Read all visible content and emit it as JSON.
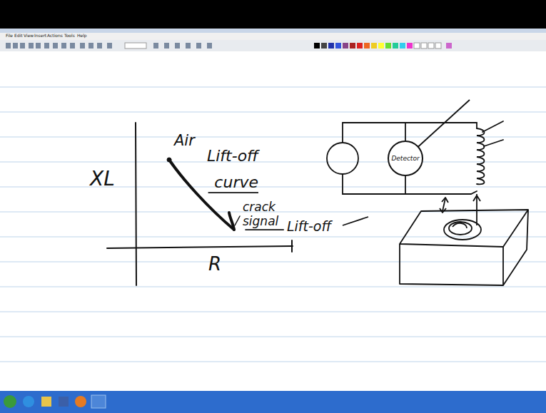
{
  "diagram": {
    "nodes": [
      {
        "text": [
          "Detector"
        ]
      }
    ],
    "labels": [
      "File",
      "Edit",
      "View",
      "Insert",
      "Actions",
      "Tools",
      "Help",
      "XL",
      "Air",
      "Lift-off curve",
      "crack signal",
      "Lift-off",
      "R"
    ]
  }
}
